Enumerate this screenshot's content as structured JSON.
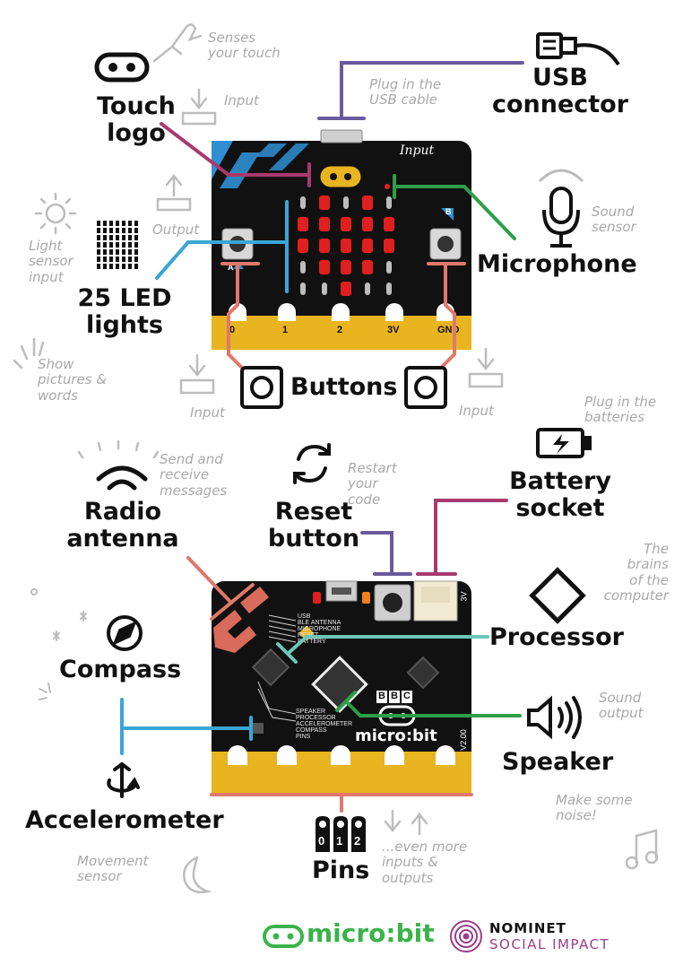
{
  "front": {
    "input_tag": "Input",
    "pin_labels": [
      "0",
      "1",
      "2",
      "3V",
      "GND"
    ],
    "button_letters": [
      "A",
      "B"
    ]
  },
  "labels": {
    "touch_logo": [
      "Touch",
      "logo"
    ],
    "usb_connector": [
      "USB",
      "connector"
    ],
    "microphone": "Microphone",
    "led_lights": [
      "25 LED",
      "lights"
    ],
    "buttons": "Buttons",
    "radio_antenna": [
      "Radio",
      "antenna"
    ],
    "reset_button": [
      "Reset",
      "button"
    ],
    "battery_socket": [
      "Battery",
      "socket"
    ],
    "processor": "Processor",
    "compass": "Compass",
    "speaker": "Speaker",
    "accelerometer": "Accelerometer",
    "pins": "Pins"
  },
  "notes": {
    "senses_touch": [
      "Senses",
      "your touch"
    ],
    "input_touch": "Input",
    "plug_usb": [
      "Plug in the",
      "USB cable"
    ],
    "sound_sensor": [
      "Sound",
      "sensor"
    ],
    "output_leds": "Output",
    "light_sensor": [
      "Light",
      "sensor",
      "input"
    ],
    "show_pictures": [
      "Show",
      "pictures &",
      "words"
    ],
    "input_btn_left": "Input",
    "input_btn_right": "Input",
    "plug_batteries": [
      "Plug in the",
      "batteries"
    ],
    "send_receive": [
      "Send and",
      "receive",
      "messages"
    ],
    "restart_code": [
      "Restart",
      "your",
      "code"
    ],
    "brains": [
      "The",
      "brains",
      "of the",
      "computer"
    ],
    "sound_output": [
      "Sound",
      "output"
    ],
    "make_noise": [
      "Make some",
      "noise!"
    ],
    "movement_sensor": [
      "Movement",
      "sensor"
    ],
    "more_io": [
      "...even more",
      "inputs &",
      "outputs"
    ]
  },
  "back": {
    "silkscreen": [
      "USB",
      "BLE ANTENNA",
      "MICROPHONE",
      "RESET",
      "BATTERY"
    ],
    "silkscreen_bottom": [
      "SPEAKER",
      "PROCESSOR",
      "ACCELEROMETER",
      "COMPASS",
      "PINS"
    ],
    "board_name": "micro:bit",
    "version": "V2.00",
    "bbc": [
      "B",
      "B",
      "C"
    ],
    "battery_voltage": "3V"
  },
  "pins_icon_labels": [
    "0",
    "1",
    "2"
  ],
  "footer": {
    "microbit_logo": "micro:bit",
    "nominet_line1": "NOMINET",
    "nominet_line2": "SOCIAL IMPACT"
  },
  "colors": {
    "purple": "#6a5a9e",
    "magenta": "#a83a6e",
    "green": "#2e9e48",
    "blue": "#3aa6d6",
    "salmon": "#e0786b",
    "teal": "#6cc7b8",
    "gold": "#e8b420",
    "led_red": "#e02020",
    "microbit_green": "#3ab44a",
    "nominet_purple": "#9b3d8a"
  }
}
